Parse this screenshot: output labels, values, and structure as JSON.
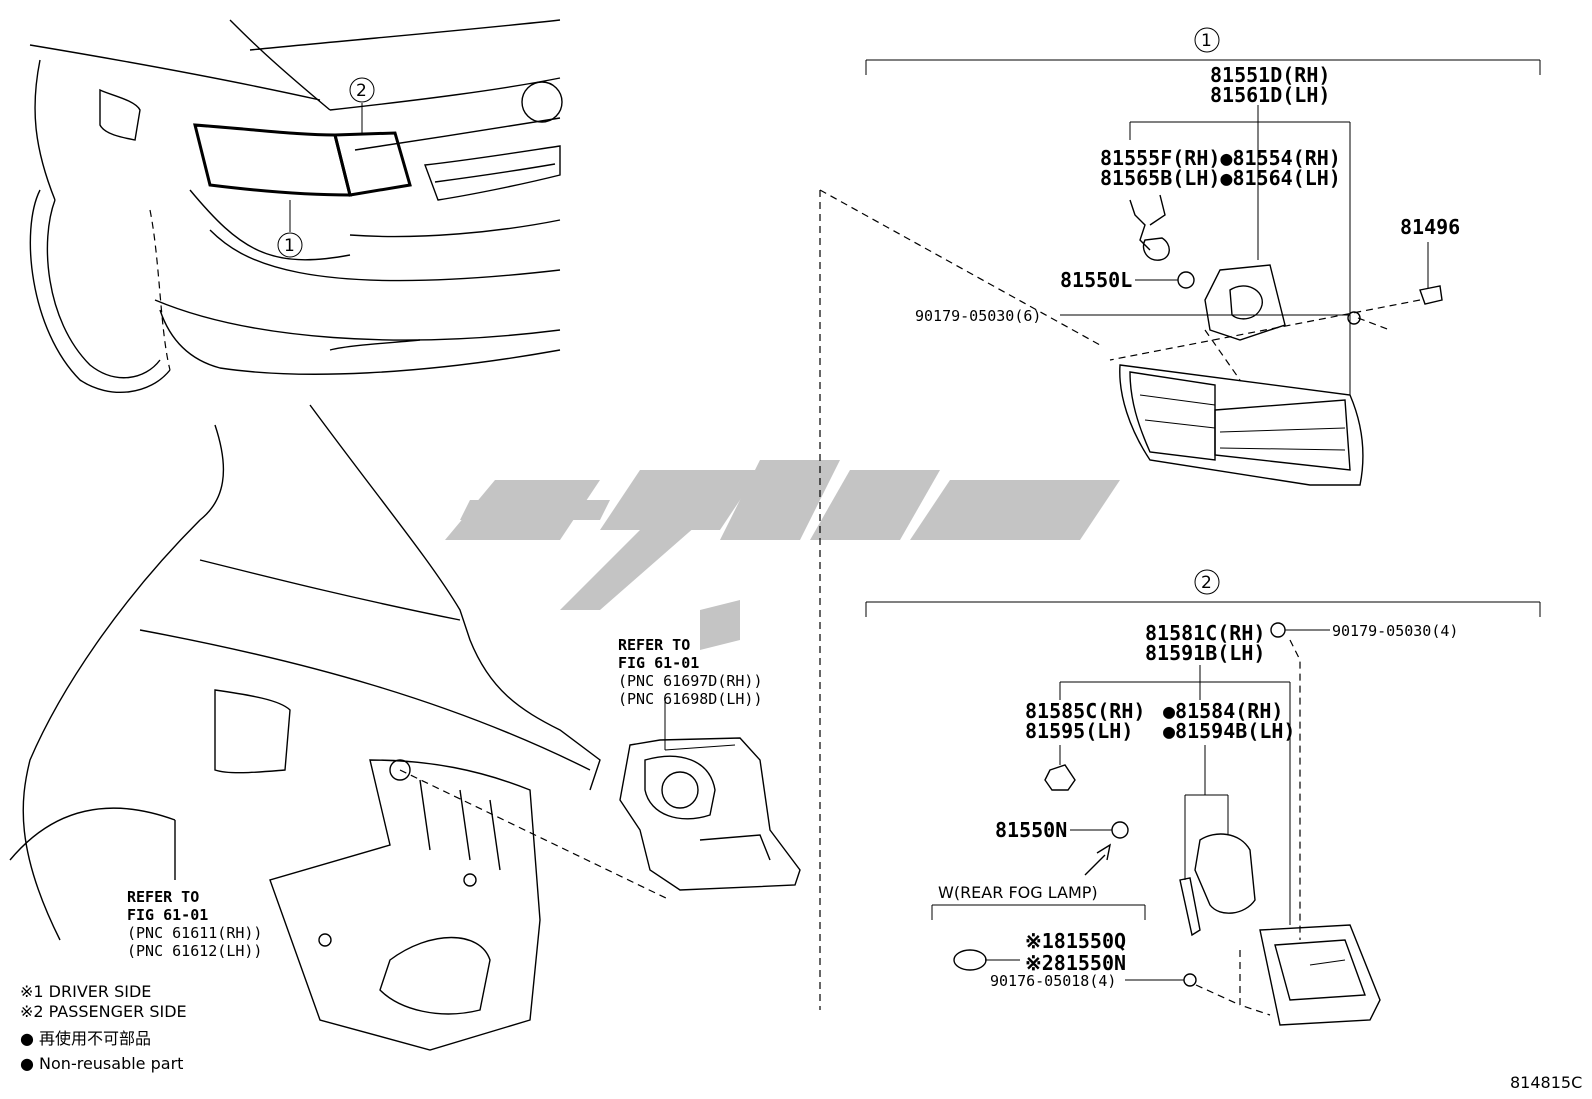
{
  "figure_code": "814815C",
  "callouts": {
    "one": "1",
    "two": "2"
  },
  "group1": {
    "assy_rh": "81551D(RH)",
    "assy_lh": "81561D(LH)",
    "socket_rh": "81555F(RH)●81554(RH)",
    "socket_lh": "81565B(LH)●81564(LH)",
    "bulb": "81550L",
    "screw": "90179-05030(6)",
    "clip": "81496"
  },
  "group2": {
    "assy_rh": "81581C(RH)",
    "assy_lh": "81591B(LH)",
    "screw_top": "90179-05030(4)",
    "socket_rh": "81585C(RH)",
    "socket_lh": "81595(LH)",
    "gasket_rh": "●81584(RH)",
    "gasket_lh": "●81594B(LH)",
    "bulb": "81550N",
    "fog_title": "W(REAR FOG LAMP)",
    "fog_bulb1": "※181550Q",
    "fog_bulb2": "※281550N",
    "screw_bottom": "90176-05018(4)"
  },
  "refer_upper": {
    "line1": "REFER TO",
    "line2": "FIG 61-01",
    "line3": "(PNC 61697D(RH))",
    "line4": "(PNC 61698D(LH))"
  },
  "refer_lower": {
    "line1": "REFER TO",
    "line2": "FIG 61-01",
    "line3": "(PNC 61611(RH))",
    "line4": "(PNC 61612(LH))"
  },
  "legend": {
    "driver": "※1 DRIVER SIDE",
    "passenger": "※2 PASSENGER SIDE",
    "nonreuse_jp": "● 再使用不可部品",
    "nonreuse_en": "● Non-reusable part"
  }
}
